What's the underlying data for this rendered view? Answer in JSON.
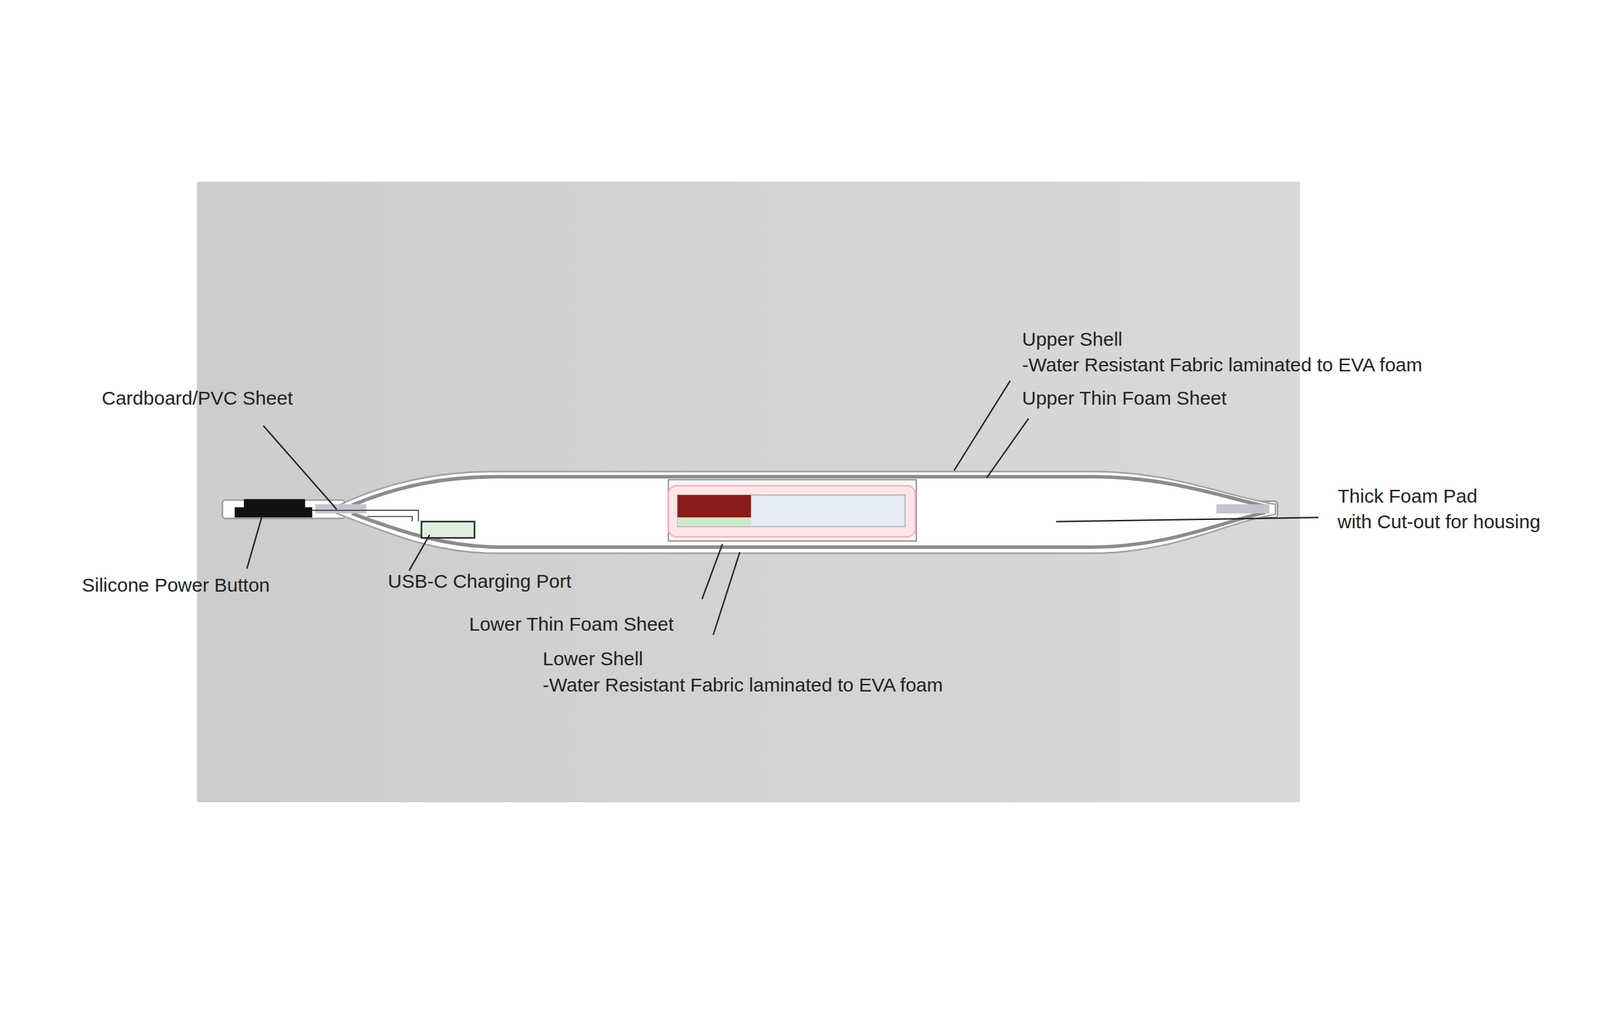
{
  "diagram": {
    "labels": [
      "Upper Shell",
      "-Water Resistant Fabric laminated to EVA foam",
      "Upper Thin Foam Sheet",
      "Cardboard/PVC Sheet",
      "Thick Foam Pad",
      "with Cut-out for housing",
      "Silicone Power Button",
      "USB-C Charging Port",
      "Lower Thin Foam Sheet",
      "Lower Shell",
      "-Water Resistant Fabric laminated to EVA foam"
    ]
  }
}
